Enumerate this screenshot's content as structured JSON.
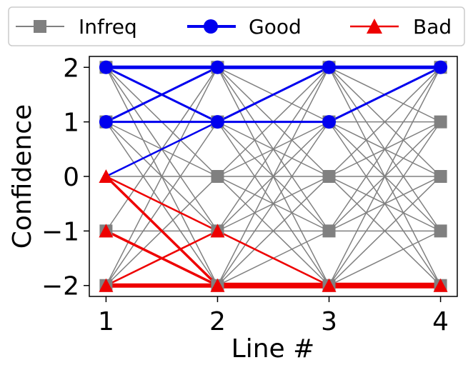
{
  "chart_data": {
    "type": "line",
    "xlabel": "Line #",
    "ylabel": "Confidence",
    "xlim": [
      0.85,
      4.15
    ],
    "ylim": [
      -2.2,
      2.2
    ],
    "xticks": [
      1,
      2,
      3,
      4
    ],
    "yticks": [
      2,
      1,
      0,
      -1,
      -2
    ],
    "ytick_labels": [
      "2",
      "1",
      "0",
      "−1",
      "−2"
    ],
    "legend": {
      "placement": "top",
      "entries": [
        {
          "label": "Infreq",
          "color": "#808080",
          "marker": "square"
        },
        {
          "label": "Good",
          "color": "#0000ee",
          "marker": "circle"
        },
        {
          "label": "Bad",
          "color": "#ee0000",
          "marker": "triangle"
        }
      ]
    },
    "series": [
      {
        "name": "Infreq",
        "color": "#808080",
        "marker": "square",
        "segments": [
          [
            [
              1,
              2
            ],
            [
              2,
              0
            ]
          ],
          [
            [
              1,
              2
            ],
            [
              2,
              -1
            ]
          ],
          [
            [
              1,
              2
            ],
            [
              2,
              -2
            ]
          ],
          [
            [
              1,
              1
            ],
            [
              2,
              2
            ]
          ],
          [
            [
              1,
              1
            ],
            [
              2,
              0
            ]
          ],
          [
            [
              1,
              1
            ],
            [
              2,
              -1
            ]
          ],
          [
            [
              1,
              1
            ],
            [
              2,
              -2
            ]
          ],
          [
            [
              1,
              0
            ],
            [
              2,
              0
            ]
          ],
          [
            [
              1,
              0
            ],
            [
              2,
              -2
            ]
          ],
          [
            [
              1,
              -1
            ],
            [
              2,
              2
            ]
          ],
          [
            [
              1,
              -1
            ],
            [
              2,
              -1
            ]
          ],
          [
            [
              1,
              -2
            ],
            [
              2,
              2
            ]
          ],
          [
            [
              1,
              -2
            ],
            [
              2,
              1
            ]
          ],
          [
            [
              1,
              -2
            ],
            [
              2,
              0
            ]
          ],
          [
            [
              2,
              2
            ],
            [
              3,
              1
            ]
          ],
          [
            [
              2,
              2
            ],
            [
              3,
              0
            ]
          ],
          [
            [
              2,
              2
            ],
            [
              3,
              -1
            ]
          ],
          [
            [
              2,
              2
            ],
            [
              3,
              -2
            ]
          ],
          [
            [
              2,
              1
            ],
            [
              3,
              2
            ]
          ],
          [
            [
              2,
              1
            ],
            [
              3,
              0
            ]
          ],
          [
            [
              2,
              1
            ],
            [
              3,
              -1
            ]
          ],
          [
            [
              2,
              1
            ],
            [
              3,
              -2
            ]
          ],
          [
            [
              2,
              0
            ],
            [
              3,
              2
            ]
          ],
          [
            [
              2,
              0
            ],
            [
              3,
              1
            ]
          ],
          [
            [
              2,
              0
            ],
            [
              3,
              0
            ]
          ],
          [
            [
              2,
              0
            ],
            [
              3,
              -1
            ]
          ],
          [
            [
              2,
              0
            ],
            [
              3,
              -2
            ]
          ],
          [
            [
              2,
              -1
            ],
            [
              3,
              2
            ]
          ],
          [
            [
              2,
              -1
            ],
            [
              3,
              1
            ]
          ],
          [
            [
              2,
              -1
            ],
            [
              3,
              0
            ]
          ],
          [
            [
              2,
              -1
            ],
            [
              3,
              -1
            ]
          ],
          [
            [
              2,
              -1
            ],
            [
              3,
              -2
            ]
          ],
          [
            [
              2,
              -2
            ],
            [
              3,
              2
            ]
          ],
          [
            [
              2,
              -2
            ],
            [
              3,
              1
            ]
          ],
          [
            [
              2,
              -2
            ],
            [
              3,
              0
            ]
          ],
          [
            [
              2,
              -2
            ],
            [
              3,
              -1
            ]
          ],
          [
            [
              3,
              2
            ],
            [
              4,
              1
            ]
          ],
          [
            [
              3,
              2
            ],
            [
              4,
              0
            ]
          ],
          [
            [
              3,
              2
            ],
            [
              4,
              -1
            ]
          ],
          [
            [
              3,
              2
            ],
            [
              4,
              -2
            ]
          ],
          [
            [
              3,
              1
            ],
            [
              4,
              1
            ]
          ],
          [
            [
              3,
              1
            ],
            [
              4,
              0
            ]
          ],
          [
            [
              3,
              1
            ],
            [
              4,
              -1
            ]
          ],
          [
            [
              3,
              1
            ],
            [
              4,
              -2
            ]
          ],
          [
            [
              3,
              0
            ],
            [
              4,
              2
            ]
          ],
          [
            [
              3,
              0
            ],
            [
              4,
              1
            ]
          ],
          [
            [
              3,
              0
            ],
            [
              4,
              0
            ]
          ],
          [
            [
              3,
              0
            ],
            [
              4,
              -1
            ]
          ],
          [
            [
              3,
              0
            ],
            [
              4,
              -2
            ]
          ],
          [
            [
              3,
              -1
            ],
            [
              4,
              2
            ]
          ],
          [
            [
              3,
              -1
            ],
            [
              4,
              1
            ]
          ],
          [
            [
              3,
              -1
            ],
            [
              4,
              0
            ]
          ],
          [
            [
              3,
              -1
            ],
            [
              4,
              -1
            ]
          ],
          [
            [
              3,
              -2
            ],
            [
              4,
              2
            ]
          ],
          [
            [
              3,
              -2
            ],
            [
              4,
              1
            ]
          ],
          [
            [
              3,
              -2
            ],
            [
              4,
              0
            ]
          ],
          [
            [
              3,
              -2
            ],
            [
              4,
              -1
            ]
          ]
        ],
        "points": [
          [
            1,
            2
          ],
          [
            1,
            1
          ],
          [
            1,
            -1
          ],
          [
            1,
            -2
          ],
          [
            2,
            2
          ],
          [
            2,
            1
          ],
          [
            2,
            0
          ],
          [
            2,
            -1
          ],
          [
            2,
            -2
          ],
          [
            3,
            2
          ],
          [
            3,
            1
          ],
          [
            3,
            0
          ],
          [
            3,
            -1
          ],
          [
            3,
            -2
          ],
          [
            4,
            2
          ],
          [
            4,
            1
          ],
          [
            4,
            0
          ],
          [
            4,
            -1
          ],
          [
            4,
            -2
          ]
        ]
      },
      {
        "name": "Good",
        "color": "#0000ee",
        "marker": "circle",
        "segments": [
          [
            [
              1,
              2
            ],
            [
              2,
              2
            ],
            5
          ],
          [
            [
              1,
              2
            ],
            [
              2,
              1
            ],
            3
          ],
          [
            [
              1,
              1
            ],
            [
              2,
              2
            ],
            3
          ],
          [
            [
              1,
              1
            ],
            [
              2,
              1
            ],
            3
          ],
          [
            [
              1,
              0
            ],
            [
              2,
              1
            ],
            2.5
          ],
          [
            [
              2,
              2
            ],
            [
              3,
              2
            ],
            5
          ],
          [
            [
              2,
              1
            ],
            [
              3,
              2
            ],
            3
          ],
          [
            [
              2,
              1
            ],
            [
              3,
              1
            ],
            3
          ],
          [
            [
              3,
              2
            ],
            [
              4,
              2
            ],
            5
          ],
          [
            [
              3,
              1
            ],
            [
              4,
              2
            ],
            3
          ]
        ],
        "points": [
          [
            1,
            2
          ],
          [
            1,
            1
          ],
          [
            2,
            2
          ],
          [
            2,
            1
          ],
          [
            3,
            2
          ],
          [
            3,
            1
          ],
          [
            4,
            2
          ]
        ]
      },
      {
        "name": "Bad",
        "color": "#ee0000",
        "marker": "triangle",
        "segments": [
          [
            [
              1,
              0
            ],
            [
              2,
              -1
            ],
            2.5
          ],
          [
            [
              1,
              0
            ],
            [
              2,
              -2
            ],
            3.5
          ],
          [
            [
              1,
              -1
            ],
            [
              2,
              -2
            ],
            3.5
          ],
          [
            [
              1,
              -2
            ],
            [
              2,
              -1
            ],
            2.5
          ],
          [
            [
              1,
              -2
            ],
            [
              2,
              -2
            ],
            6
          ],
          [
            [
              2,
              -1
            ],
            [
              3,
              -2
            ],
            2.5
          ],
          [
            [
              2,
              -2
            ],
            [
              3,
              -2
            ],
            8
          ],
          [
            [
              3,
              -2
            ],
            [
              4,
              -2
            ],
            8
          ]
        ],
        "points": [
          [
            1,
            0
          ],
          [
            1,
            -1
          ],
          [
            1,
            -2
          ],
          [
            2,
            -1
          ],
          [
            2,
            -2
          ],
          [
            3,
            -2
          ],
          [
            4,
            -2
          ]
        ]
      }
    ]
  }
}
